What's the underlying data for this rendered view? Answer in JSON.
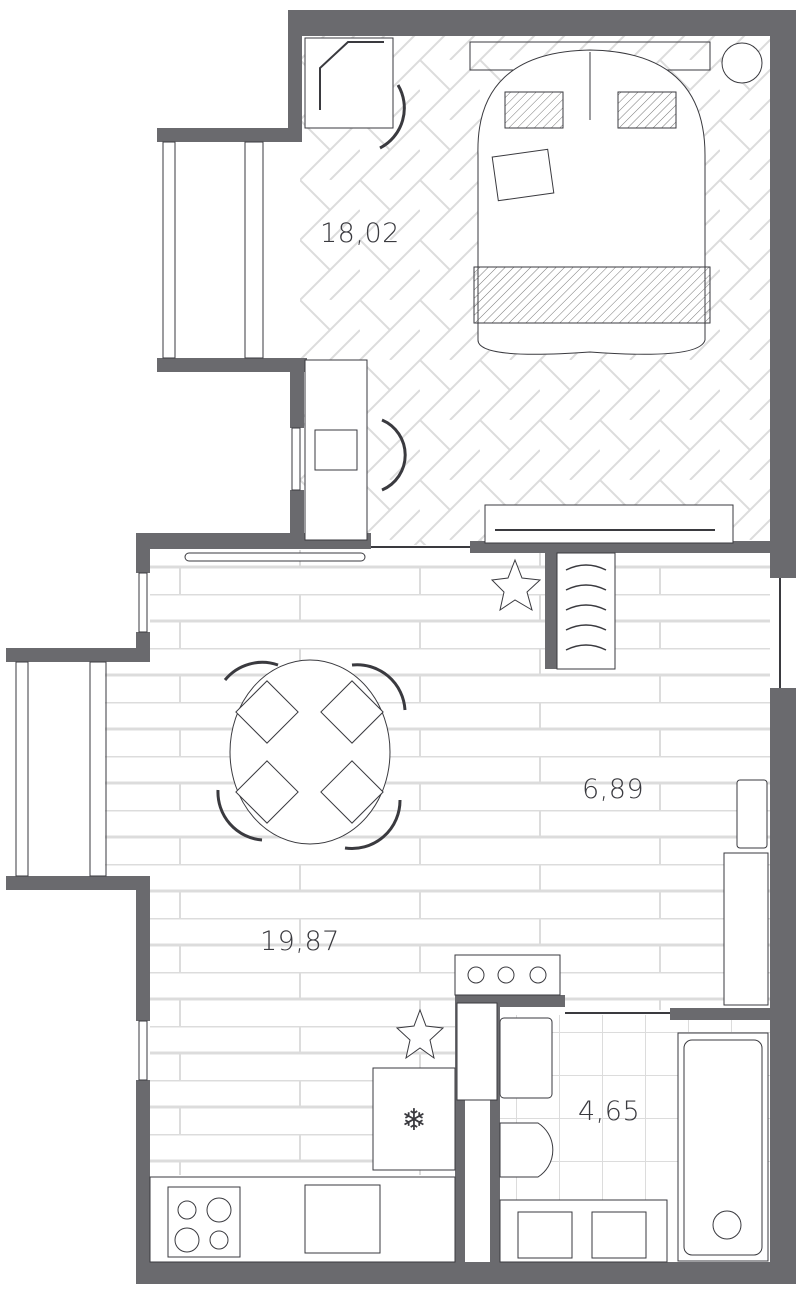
{
  "plan": {
    "wall_color": "#6a6a6e",
    "floor_line_color": "#dcdcdc",
    "furniture_stroke": "#3a3a3f",
    "rooms": [
      {
        "name": "bedroom",
        "area": "18,02"
      },
      {
        "name": "hallway",
        "area": "6,89"
      },
      {
        "name": "living-kitchen",
        "area": "19,87"
      },
      {
        "name": "bathroom",
        "area": "4,65"
      }
    ]
  }
}
